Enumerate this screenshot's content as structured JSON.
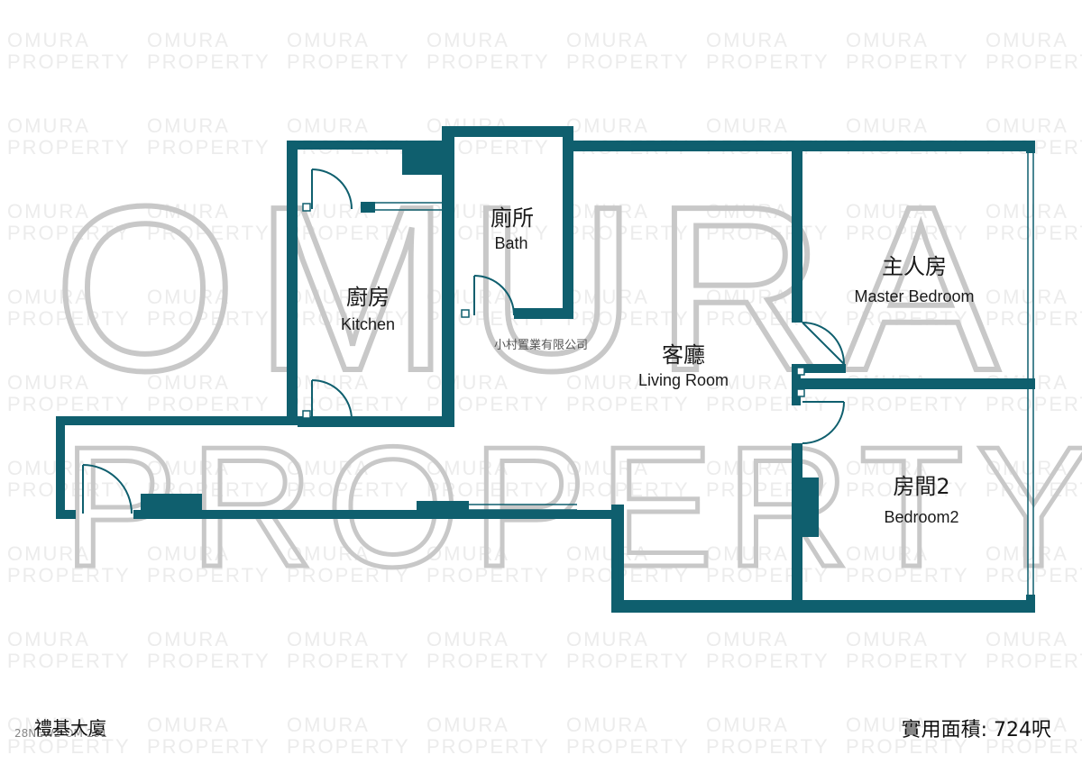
{
  "watermark": {
    "line1": "OMURA",
    "line2": "PROPERTY",
    "tile_line1": "OMURA",
    "tile_line2": "PROPERTY"
  },
  "agency": "小村置業有限公司",
  "colors": {
    "wall": "#0f5f6e",
    "watermark": "#c8c8c8"
  },
  "rooms": {
    "bath": {
      "zh": "廁所",
      "en": "Bath"
    },
    "kitchen": {
      "zh": "廚房",
      "en": "Kitchen"
    },
    "master": {
      "zh": "主人房",
      "en": "Master Bedroom"
    },
    "living": {
      "zh": "客廳",
      "en": "Living Room"
    },
    "bedroom2": {
      "zh": "房間2",
      "en": "Bedroom2"
    }
  },
  "footer": {
    "building": "禮基大廈",
    "ref": "28NEW2-OM-291",
    "area": "實用面積: 724呎"
  }
}
